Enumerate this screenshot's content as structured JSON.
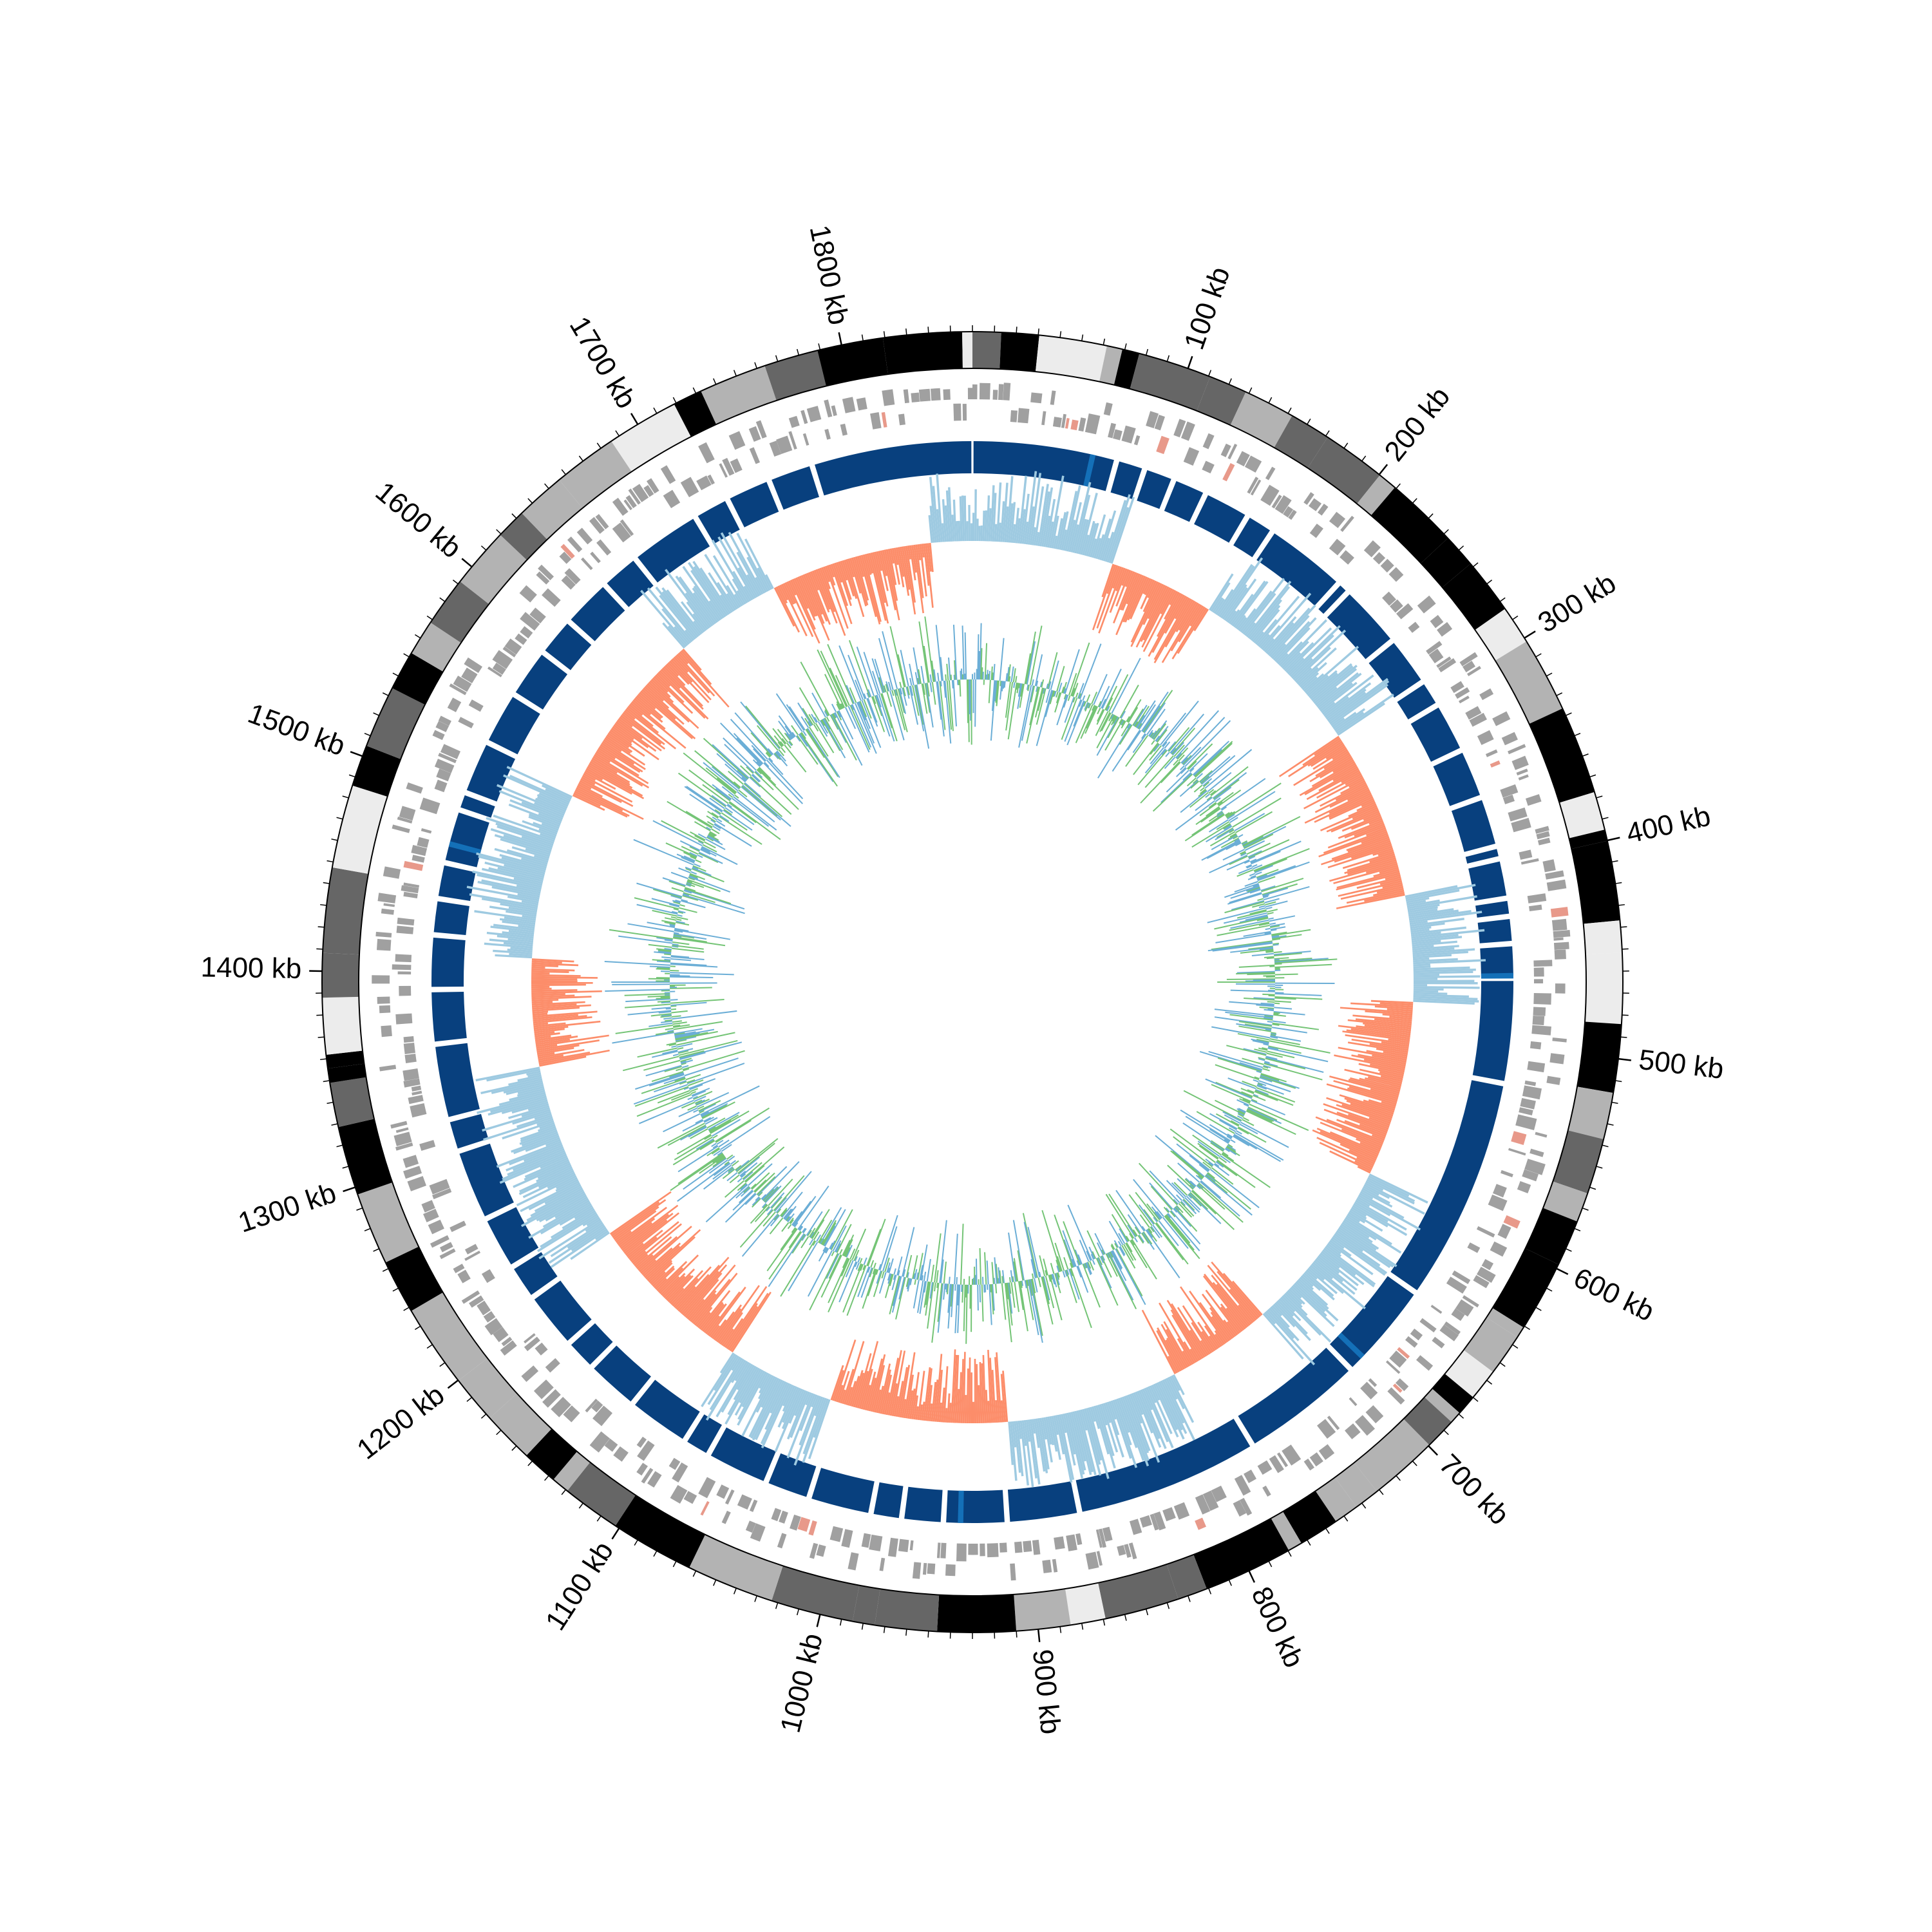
{
  "genome": {
    "length_kb": 1860,
    "scale_labels": [
      "100 kb",
      "200 kb",
      "300 kb",
      "400 kb",
      "500 kb",
      "600 kb",
      "700 kb",
      "800 kb",
      "900 kb",
      "1000 kb",
      "1100 kb",
      "1200 kb",
      "1300 kb",
      "1400 kb",
      "1500 kb",
      "1600 kb",
      "1700 kb",
      "1800 kb"
    ],
    "scale_label_positions_kb": [
      100,
      200,
      300,
      400,
      500,
      600,
      700,
      800,
      900,
      1000,
      1100,
      1200,
      1300,
      1400,
      1500,
      1600,
      1700,
      1800
    ],
    "minor_tick_every_kb": 10
  },
  "tracks": {
    "karyotype_bands": {
      "palette": [
        "#000000",
        "#666666",
        "#b3b3b3",
        "#ececec"
      ],
      "seed": 11
    },
    "genes": {
      "color": "#a0a0a0",
      "accent": "#e8998a",
      "seed": 23
    },
    "blocks": {
      "color": "#08407e",
      "highlight": "#1470b8",
      "gaps_kb": [
        79,
        95,
        112,
        131,
        157,
        173,
        219,
        226,
        262,
        290,
        305,
        333,
        361,
        389,
        396,
        418,
        428,
        443,
        462,
        520,
        645,
        700,
        768,
        870,
        910,
        945,
        968,
        985,
        1020,
        1045,
        1080,
        1095,
        1130,
        1160,
        1178,
        1210,
        1230,
        1260,
        1300,
        1318,
        1360,
        1390,
        1420,
        1440,
        1460,
        1490,
        1500,
        1530,
        1560,
        1588,
        1610,
        1638,
        1660,
        1700,
        1720,
        1745,
        1770
      ]
    },
    "gc_skew": {
      "positive_color": "#9ecae1",
      "negative_color": "#fc8d6a",
      "seed": 37
    },
    "gc_content": {
      "colors": [
        "#6baed6",
        "#74c476"
      ],
      "seed": 53
    }
  }
}
